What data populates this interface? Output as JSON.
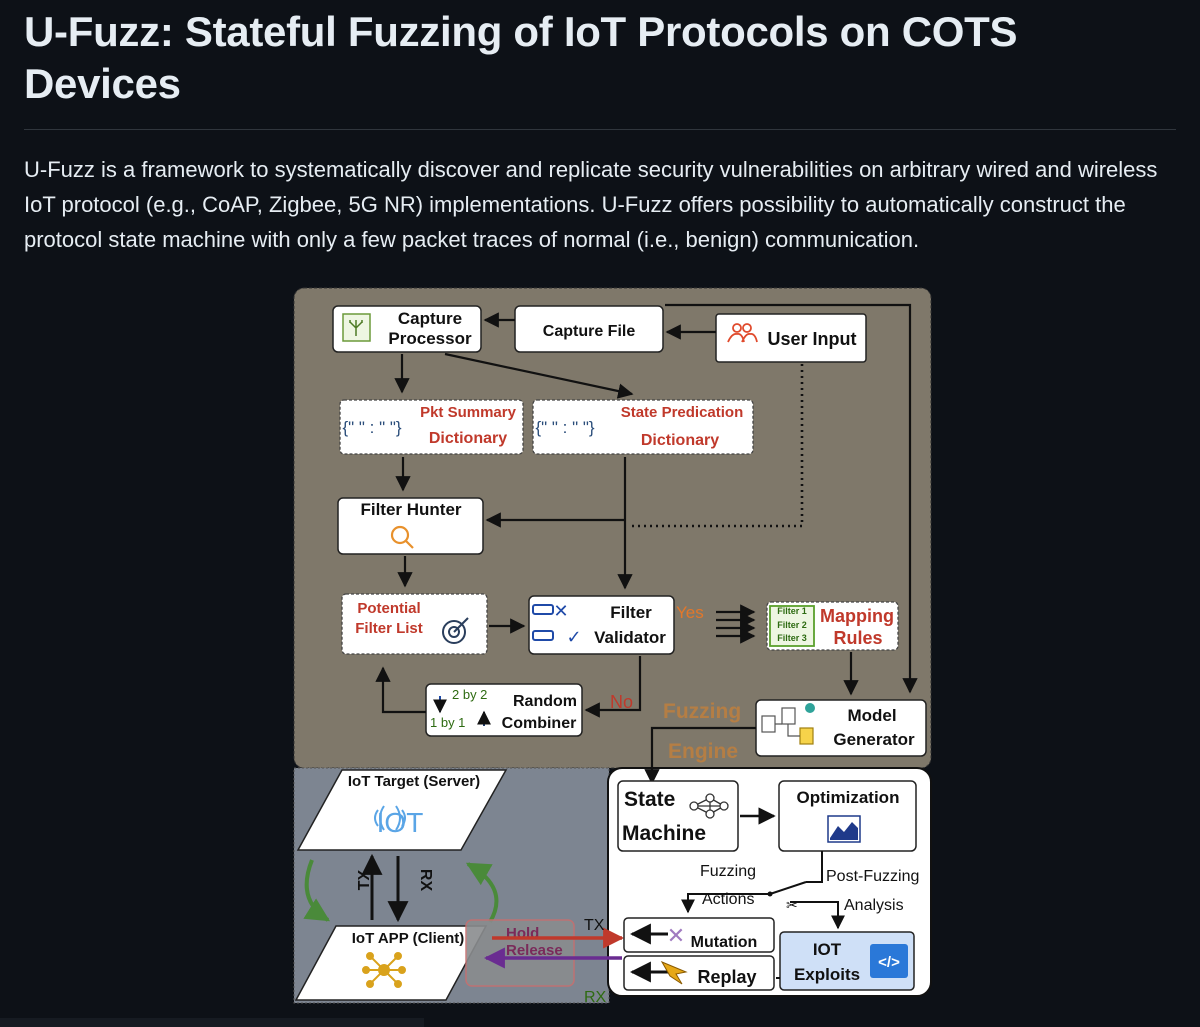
{
  "page": {
    "title": "U-Fuzz: Stateful Fuzzing of IoT Protocols on COTS Devices",
    "description": "U-Fuzz is a framework to systematically discover and replicate security vulnerabilities on arbitrary wired and wireless IoT protocol (e.g., CoAP, Zigbee, 5G NR) implementations. U-Fuzz offers possibility to automatically construct the protocol state machine with only a few packet traces of normal (i.e., benign) communication."
  },
  "diagram": {
    "capture_processor": [
      "Capture",
      "Processor"
    ],
    "capture_file": "Capture File",
    "user_input": "User Input",
    "pkt_summary": [
      "Pkt Summary",
      "Dictionary"
    ],
    "state_predication": [
      "State Predication",
      "Dictionary"
    ],
    "dict_glyph": "{\" \" : \" \"}",
    "filter_hunter": "Filter Hunter",
    "potential_filter_list": [
      "Potential",
      "Filter List"
    ],
    "filter_validator": [
      "Filter",
      "Validator"
    ],
    "yes_label": "Yes",
    "no_label": "No",
    "mapping_rules": [
      "Mapping",
      "Rules"
    ],
    "filter_items": [
      "Filter 1",
      "Filter 2",
      "Filter 3"
    ],
    "random_combiner": [
      "Random",
      "Combiner"
    ],
    "combiner_steps": [
      "2 by 2",
      "1 by 1"
    ],
    "fuzzing_engine": [
      "Fuzzing",
      "Engine"
    ],
    "model_generator": [
      "Model",
      "Generator"
    ],
    "iot_target": "IoT Target (Server)",
    "iot_logo": "IOT",
    "iot_app": "IoT APP (Client)",
    "tx_label": "TX",
    "rx_label": "RX",
    "hold_release": [
      "Hold",
      "Release"
    ],
    "state_machine": [
      "State",
      "Machine"
    ],
    "optimization": "Optimization",
    "fuzzing_actions": [
      "Fuzzing",
      "Actions"
    ],
    "post_fuzzing": [
      "Post-Fuzzing",
      "Analysis"
    ],
    "mutation": "Mutation",
    "replay": "Replay",
    "iot_exploits": [
      "IOT",
      "Exploits"
    ],
    "code_glyph": "</>"
  },
  "colors": {
    "top_panel": "#7f786a",
    "bottom_panel": "#7d8591",
    "dict_text": "#c0392b",
    "fuzzing_engine": "#d9822b",
    "mapping_green": "#5aa02c",
    "exploits_blue": "#cfe0f7",
    "arrow_tx": "#c0392b",
    "arrow_rx": "#6a2c91"
  }
}
